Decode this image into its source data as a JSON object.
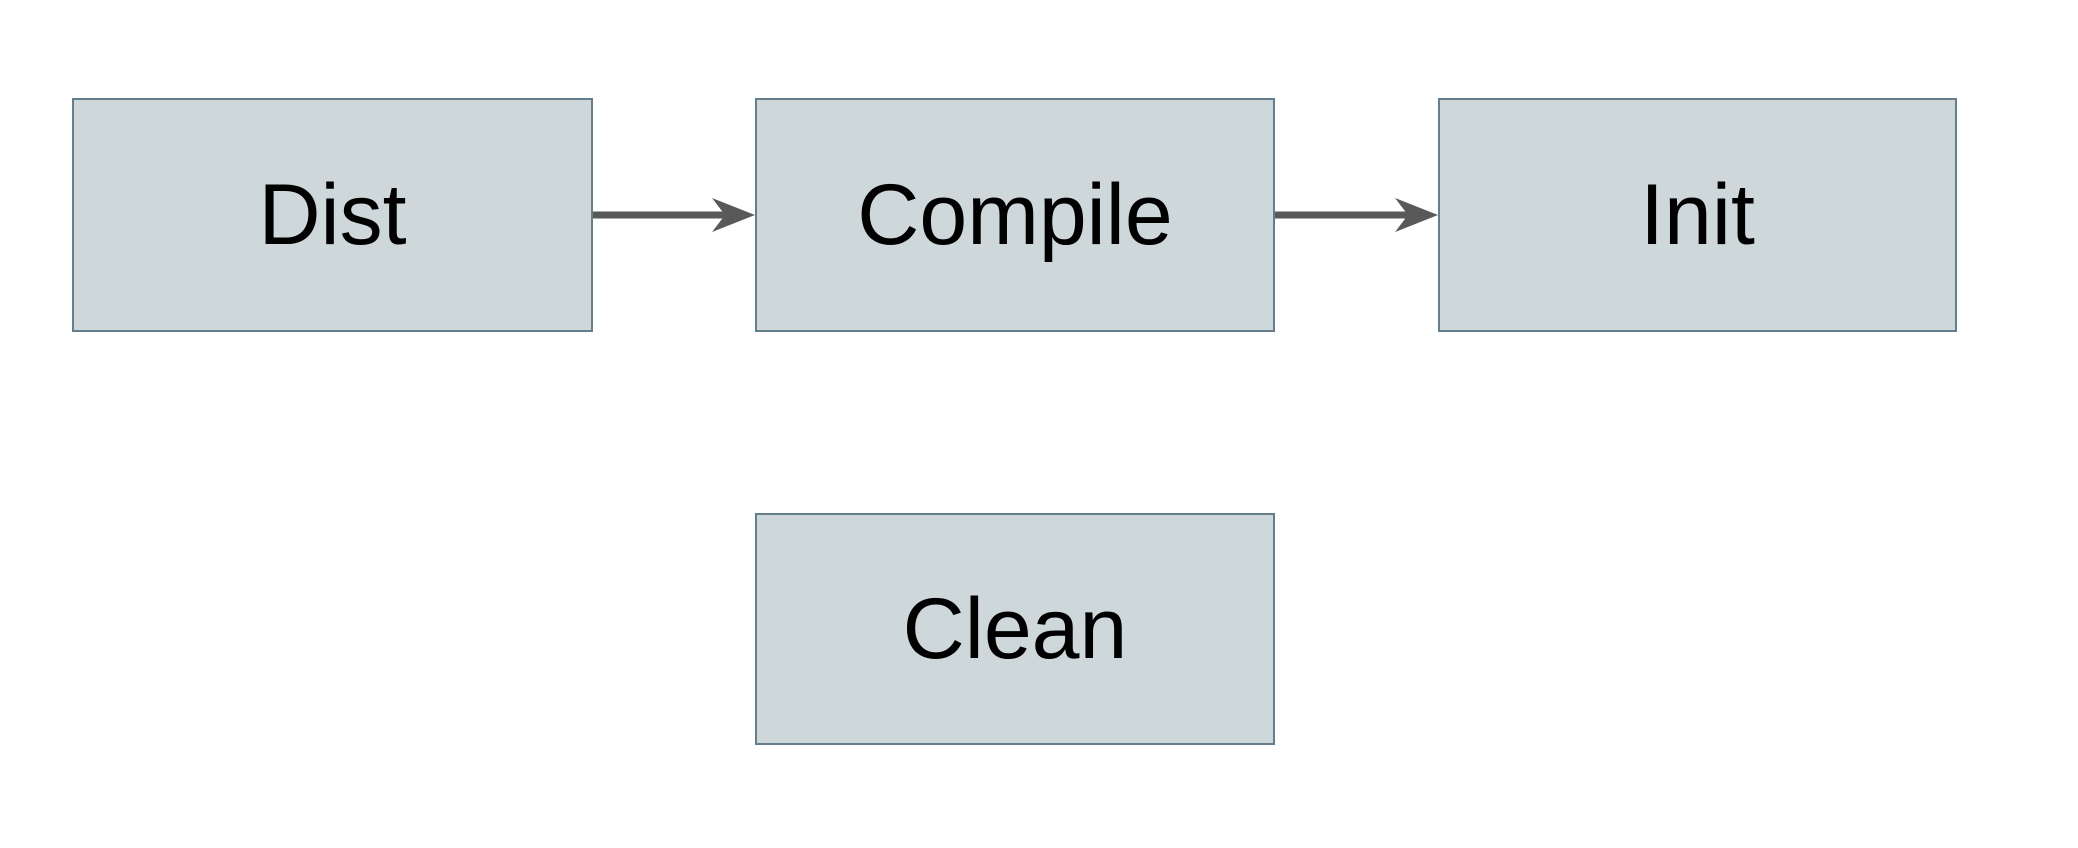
{
  "diagram": {
    "title": "build-targets-flowchart",
    "colors": {
      "background": "#ffffff",
      "node_fill": "#ced7d9",
      "node_border": "#647e8c",
      "arrow_color": "#595959",
      "text_color": "#000000"
    },
    "nodes": [
      {
        "id": "dist",
        "label": "Dist"
      },
      {
        "id": "compile",
        "label": "Compile"
      },
      {
        "id": "init",
        "label": "Init"
      },
      {
        "id": "clean",
        "label": "Clean"
      }
    ],
    "edges": [
      {
        "from": "dist",
        "to": "compile",
        "direction": "right"
      },
      {
        "from": "compile",
        "to": "init",
        "direction": "right"
      }
    ]
  }
}
